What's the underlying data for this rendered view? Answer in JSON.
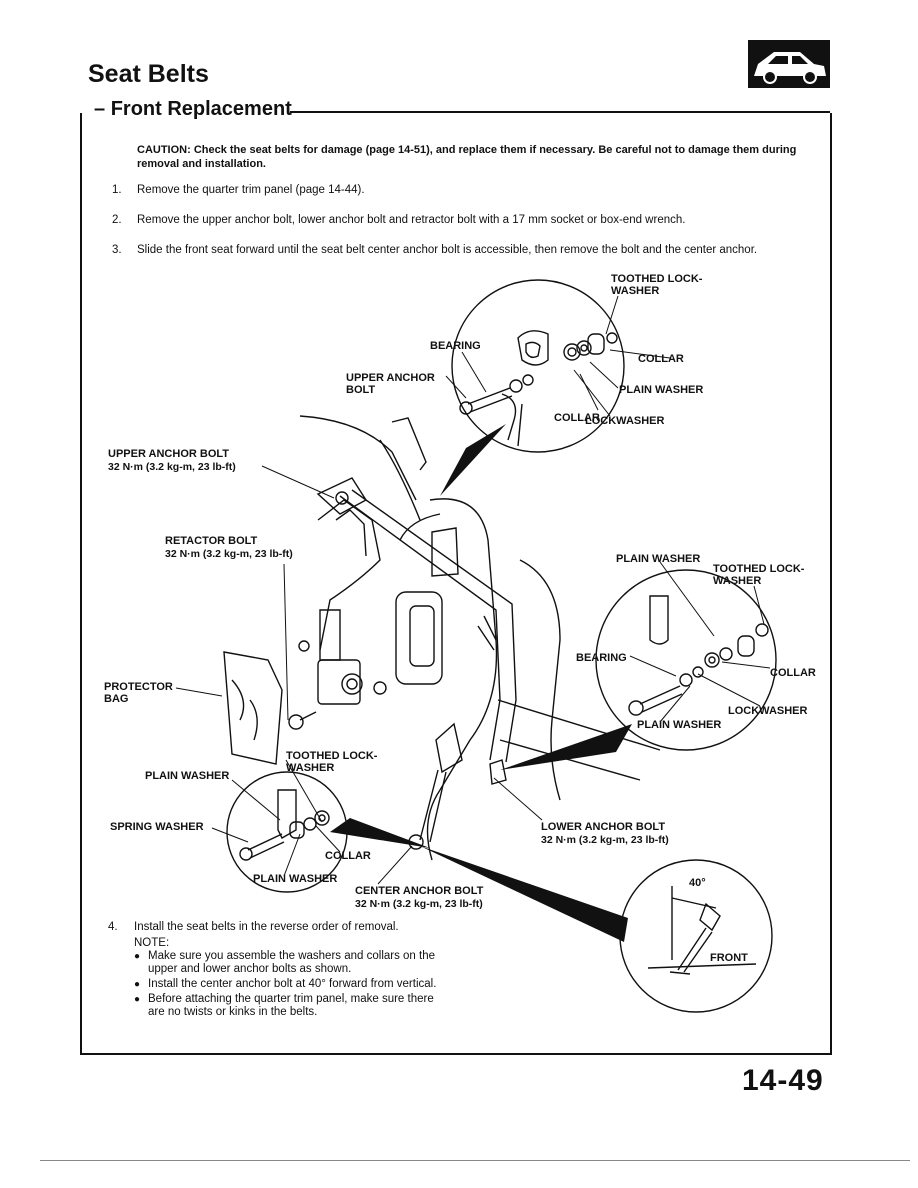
{
  "header": {
    "title": "Seat Belts",
    "section": "Front Replacement",
    "car_icon": "car-silhouette-icon"
  },
  "caution": "CAUTION: Check the seat belts for damage (page 14-51), and replace them if necessary. Be careful not to damage them during removal and installation.",
  "steps": [
    {
      "num": "1.",
      "text": "Remove the quarter trim panel (page 14-44)."
    },
    {
      "num": "2.",
      "text": "Remove the upper anchor bolt, lower anchor bolt and retractor bolt with a 17 mm socket or box-end wrench."
    },
    {
      "num": "3.",
      "text": "Slide the front seat forward until the seat belt center anchor bolt is accessible, then remove the bolt and the center anchor."
    }
  ],
  "diagram": {
    "upper_detail": {
      "toothed_lockwasher": "TOOTHED LOCK-\nWASHER",
      "bearing": "BEARING",
      "collar": "COLLAR",
      "upper_anchor_bolt": "UPPER ANCHOR\nBOLT",
      "plain_washer": "PLAIN WASHER",
      "lockwasher": "LOCKWASHER",
      "collar2": "COLLAR"
    },
    "upper_anchor_bolt": {
      "label": "UPPER ANCHOR BOLT",
      "torque": "32 N·m (3.2 kg-m, 23 lb-ft)"
    },
    "retractor_bolt": {
      "label": "RETACTOR BOLT",
      "torque": "32 N·m (3.2 kg-m, 23 lb-ft)"
    },
    "protector_bag": "PROTECTOR\nBAG",
    "retractor_detail": {
      "toothed_lockwasher": "TOOTHED LOCK-\nWASHER",
      "plain_washer": "PLAIN WASHER",
      "spring_washer": "SPRING WASHER",
      "collar": "COLLAR",
      "plain_washer2": "PLAIN WASHER"
    },
    "center_anchor_bolt": {
      "label": "CENTER ANCHOR BOLT",
      "torque": "32 N·m (3.2 kg-m, 23 lb-ft)"
    },
    "lower_anchor_bolt": {
      "label": "LOWER ANCHOR BOLT",
      "torque": "32 N·m (3.2 kg-m, 23 lb-ft)"
    },
    "lower_detail": {
      "plain_washer": "PLAIN WASHER",
      "toothed_lockwasher": "TOOTHED LOCK-\nWASHER",
      "bearing": "BEARING",
      "collar": "COLLAR",
      "lockwasher": "LOCKWASHER",
      "plain_washer2": "PLAIN WASHER"
    },
    "angle_detail": {
      "angle": "40°",
      "front": "FRONT"
    }
  },
  "step4": {
    "num": "4.",
    "text": "Install the seat belts in the reverse order of removal.",
    "note_heading": "NOTE:",
    "notes": [
      "Make sure you assemble the washers and collars on the upper and lower anchor bolts as shown.",
      "Install the center anchor bolt at 40° forward from vertical.",
      "Before attaching the quarter trim panel, make sure there are no twists or kinks in the belts."
    ]
  },
  "page_number": "14-49"
}
